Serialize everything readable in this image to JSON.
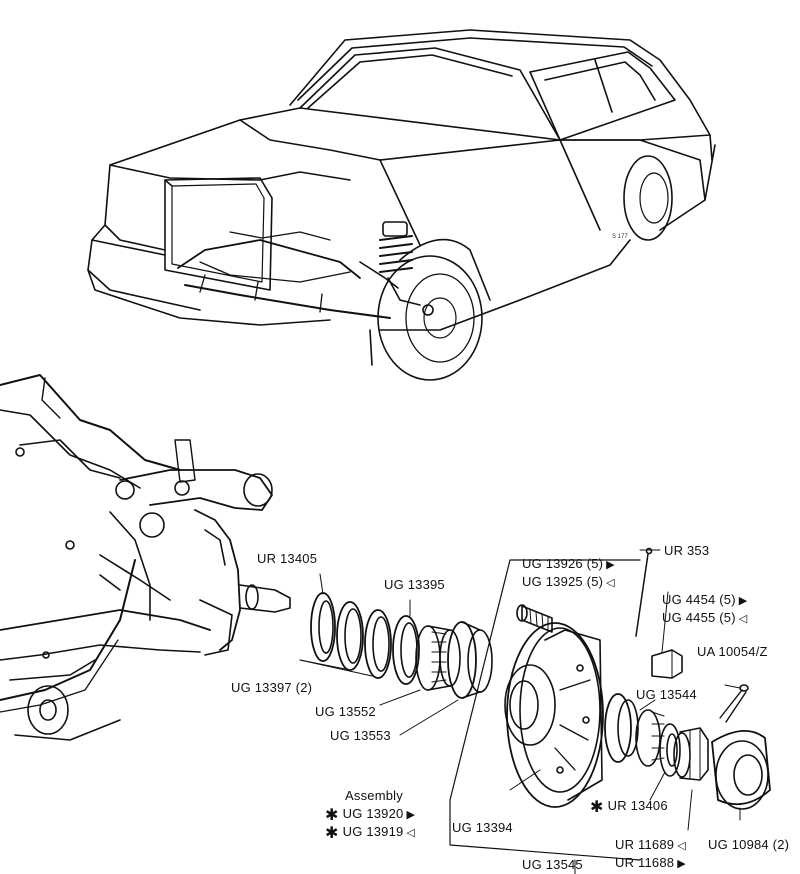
{
  "diagram": {
    "labels": {
      "ur_13405": "UR 13405",
      "ug_13395": "UG 13395",
      "ug_13397": "UG 13397 (2)",
      "ug_13552": "UG 13552",
      "ug_13553": "UG 13553",
      "ug_13926": "UG 13926 (5)",
      "ug_13925": "UG 13925 (5)",
      "ur_353": "UR 353",
      "ug_4454": "UG 4454 (5)",
      "ug_4455": "UG 4455 (5)",
      "ua_10054": "UA 10054/Z",
      "ug_13544": "UG 13544",
      "assembly": "Assembly",
      "ug_13920": "UG 13920",
      "ug_13919": "UG 13919",
      "ug_13394": "UG 13394",
      "ur_13406": "UR 13406",
      "ur_11689": "UR 11689",
      "ur_11688": "UR 11688",
      "ug_10984": "UG 10984 (2)",
      "ug_13545": "UG 13545",
      "drawing_ref": "S 177"
    },
    "markers": {
      "filled_triangle": "▶",
      "hollow_triangle": "◁",
      "asterisk": "✱"
    }
  }
}
